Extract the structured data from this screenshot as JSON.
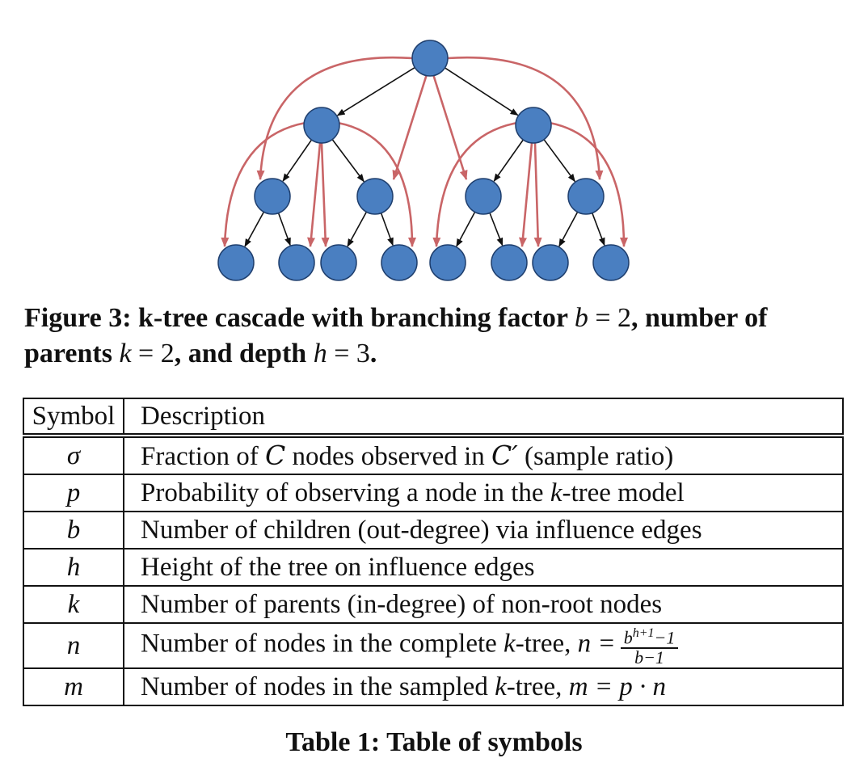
{
  "figure": {
    "caption_label": "Figure 3:",
    "caption_text_1": "k-tree cascade with branching factor",
    "caption_b": "b",
    "caption_eq": "= 2",
    "caption_text_2": ", number of parents",
    "caption_k": "k",
    "caption_text_3": ", and depth",
    "caption_h": "h",
    "caption_eq3": "= 3",
    "caption_end": ".",
    "node_color": "#4a7fc1",
    "influence_edge_color": "#111111",
    "parent_edge_color": "#c96567"
  },
  "table": {
    "headers": [
      "Symbol",
      "Description"
    ],
    "rows": [
      {
        "symbol": "σ",
        "pre": "Fraction of ",
        "mid1": "C",
        "mid2": " nodes observed in ",
        "mid3": "C′",
        "post": " (sample ratio)"
      },
      {
        "symbol": "p",
        "pre": "Probability of observing a node in the ",
        "ital": "k",
        "post": "-tree model"
      },
      {
        "symbol": "b",
        "text": "Number of children (out-degree) via influence edges"
      },
      {
        "symbol": "h",
        "text": "Height of the tree on influence edges"
      },
      {
        "symbol": "k",
        "text": "Number of parents (in-degree) of non-root nodes"
      },
      {
        "symbol": "n",
        "pre": "Number of nodes in the complete ",
        "ital": "k",
        "post": "-tree, ",
        "eq": "n =",
        "num_base": "b",
        "num_exp": "h+1",
        "num_rest": "−1",
        "den": "b−1"
      },
      {
        "symbol": "m",
        "pre": "Number of nodes in the sampled ",
        "ital": "k",
        "post": "-tree, ",
        "eq": "m = p · n"
      }
    ],
    "caption": "Table 1: Table of symbols"
  }
}
